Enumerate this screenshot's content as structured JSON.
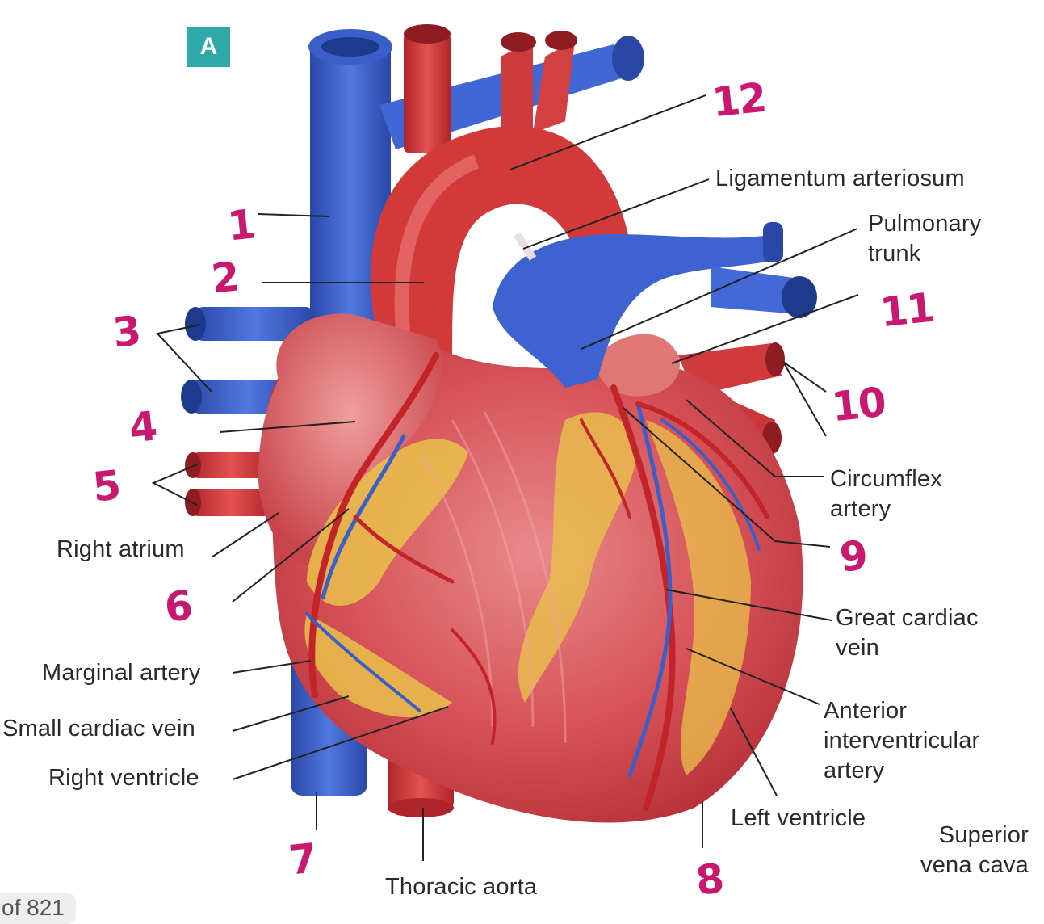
{
  "panel_letter": "A",
  "page_counter": "of 821",
  "labels": {
    "ligamentum_arteriosum": "Ligamentum arteriosum",
    "pulmonary_trunk": "Pulmonary\ntrunk",
    "circumflex_artery": "Circumflex\nartery",
    "great_cardiac_vein": "Great cardiac\nvein",
    "anterior_interventricular_artery": "Anterior\ninterventricular\nartery",
    "left_ventricle": "Left ventricle",
    "superior_vena_cava": "Superior\nvena cava",
    "thoracic_aorta": "Thoracic aorta",
    "right_atrium": "Right atrium",
    "marginal_artery": "Marginal artery",
    "small_cardiac_vein": "Small cardiac vein",
    "right_ventricle": "Right ventricle"
  },
  "handwritten_numbers": {
    "n1": "1",
    "n2": "2",
    "n3": "3",
    "n4": "4",
    "n5": "5",
    "n6": "6",
    "n7": "7",
    "n8": "8",
    "n9": "9",
    "n10": "10",
    "n11": "11",
    "n12": "12"
  },
  "colors": {
    "vein_blue": "#3a5fc8",
    "artery_red": "#d23a3a",
    "heart_muscle": "#d9565a",
    "fat_yellow": "#e9c24a",
    "annotation_magenta": "#c8186f",
    "badge_teal": "#2fa8a8"
  }
}
